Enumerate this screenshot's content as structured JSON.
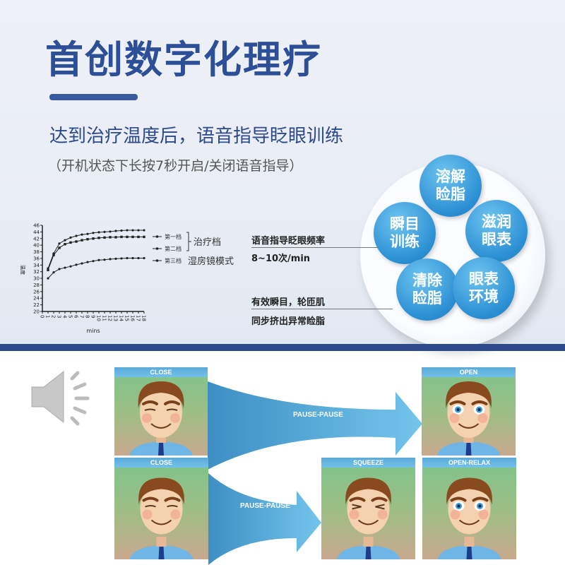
{
  "header": {
    "title": "首创数字化理疗",
    "subtitle": "达到治疗温度后，语音指导眨眼训练",
    "note": "（开机状态下长按7秒开启/关闭语音指导）"
  },
  "colors": {
    "title": "#2d4f97",
    "accent_band": "#2e4a8a",
    "bubble": "#2b8fd3",
    "arrow": "#4aa6dc"
  },
  "bubbles": [
    {
      "line1": "溶解",
      "line2": "睑脂"
    },
    {
      "line1": "瞬目",
      "line2": "训练"
    },
    {
      "line1": "滋润",
      "line2": "眼表"
    },
    {
      "line1": "清除",
      "line2": "睑脂"
    },
    {
      "line1": "眼表",
      "line2": "环境"
    }
  ],
  "callouts": {
    "freq_title": "语音指导眨眼频率",
    "freq_value": "8~10次/min",
    "effect_line1": "有效瞬目，轮匝肌",
    "effect_line2": "同步挤出异常睑脂"
  },
  "chart_data": {
    "type": "line",
    "xlabel": "mins",
    "ylabel": "温度",
    "xlim": [
      0,
      18
    ],
    "ylim": [
      20,
      46
    ],
    "x_ticks": [
      0,
      1,
      2,
      3,
      4,
      5,
      6,
      7,
      8,
      9,
      10,
      11,
      12,
      13,
      14,
      15,
      16,
      17,
      18
    ],
    "y_ticks": [
      20,
      22,
      24,
      26,
      28,
      30,
      32,
      34,
      36,
      38,
      40,
      42,
      44,
      46
    ],
    "x": [
      1,
      2,
      3,
      4,
      5,
      6,
      7,
      8,
      9,
      10,
      11,
      12,
      13,
      14,
      15,
      16,
      17,
      18
    ],
    "series": [
      {
        "name": "第一档",
        "values": [
          33,
          37.5,
          40.5,
          41.5,
          42.3,
          42.8,
          43.2,
          43.4,
          43.7,
          43.9,
          44,
          44.1,
          44.3,
          44.4,
          44.5,
          44.5,
          44.5,
          44.5
        ]
      },
      {
        "name": "第二档",
        "values": [
          32.5,
          37,
          39.2,
          40.3,
          40.8,
          41.1,
          41.5,
          41.8,
          42,
          42.2,
          42.3,
          42.4,
          42.4,
          42.5,
          42.5,
          42.5,
          42.5,
          42.5
        ]
      },
      {
        "name": "第三档",
        "values": [
          30,
          31.8,
          32.8,
          33.2,
          33.6,
          34.1,
          34.5,
          34.9,
          35.2,
          35.5,
          35.6,
          35.8,
          35.9,
          36,
          36.1,
          36.1,
          36.1,
          36.1
        ]
      }
    ],
    "legend_groups": {
      "treatment": "治疗档",
      "humid": "湿房镜模式"
    },
    "legend": "right",
    "grid": false
  },
  "exercise": {
    "icon": "speaker-icon",
    "panels": [
      {
        "label": "CLOSE",
        "eyes": "closed"
      },
      {
        "label": "OPEN",
        "eyes": "open"
      },
      {
        "label": "CLOSE",
        "eyes": "closed"
      },
      {
        "label": "SQUEEZE",
        "eyes": "squeeze"
      },
      {
        "label": "OPEN-RELAX",
        "eyes": "open"
      }
    ],
    "arrows": [
      {
        "label": "PAUSE-PAUSE"
      },
      {
        "label": "PAUSE-PAUSE"
      }
    ]
  }
}
